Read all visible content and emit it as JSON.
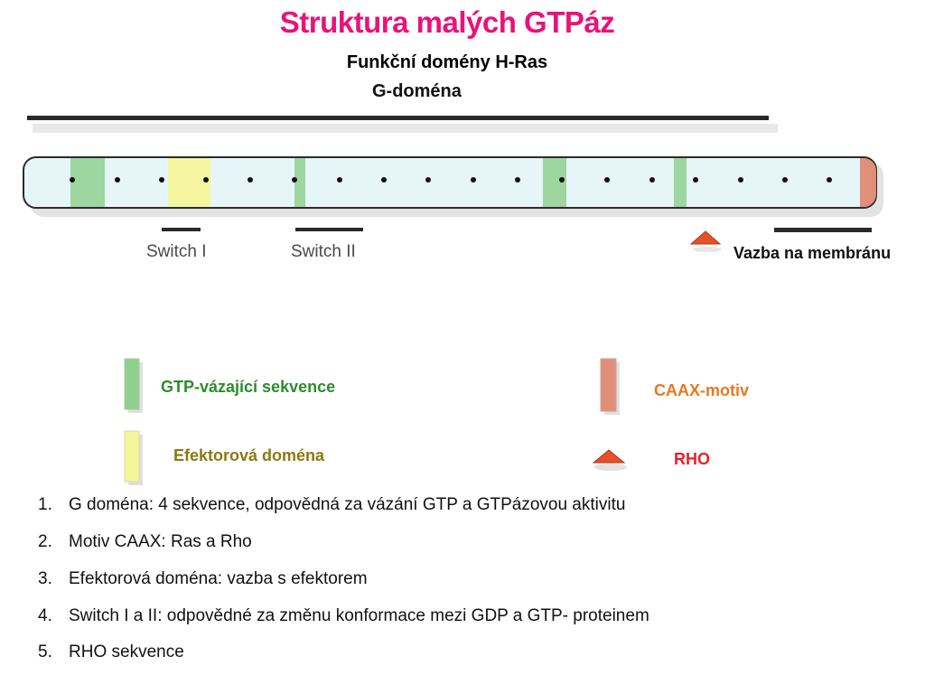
{
  "title": "Struktura malých GTPáz",
  "subtitle": "Funkční domény H-Ras",
  "diagram": {
    "g_domain_label": "G-doména",
    "switch_1_label": "Switch I",
    "switch_2_label": "Switch II",
    "membrane_binding_label": "Vazba na membránu"
  },
  "legend": {
    "gtp_binding_label": "GTP-vázající sekvence",
    "effector_domain_label": "Efektorová doména",
    "caax_motif_label": "CAAX-motiv",
    "rho_label": "RHO"
  },
  "colors": {
    "title": "#e8137a",
    "gtp_binding": "#8fd08f",
    "effector": "#f5f59a",
    "caax": "#e0907a",
    "rho": "#e8502a",
    "bar_fill": "#e6f5f8",
    "gtp_text": "#2e8b2e",
    "effector_text": "#8b7a10",
    "caax_text": "#e87820",
    "rho_text": "#e8202a"
  },
  "list": [
    {
      "number": "1.",
      "text": "G doména: 4 sekvence, odpovědná za vázání GTP a GTPázovou aktivitu"
    },
    {
      "number": "2.",
      "text": "Motiv CAAX: Ras a Rho"
    },
    {
      "number": "3.",
      "text": "Efektorová doména: vazba s efektorem"
    },
    {
      "number": "4.",
      "text": "Switch I a II: odpovědné za změnu konformace mezi GDP a GTP- proteinem"
    },
    {
      "number": "5.",
      "text": "RHO sekvence"
    }
  ]
}
